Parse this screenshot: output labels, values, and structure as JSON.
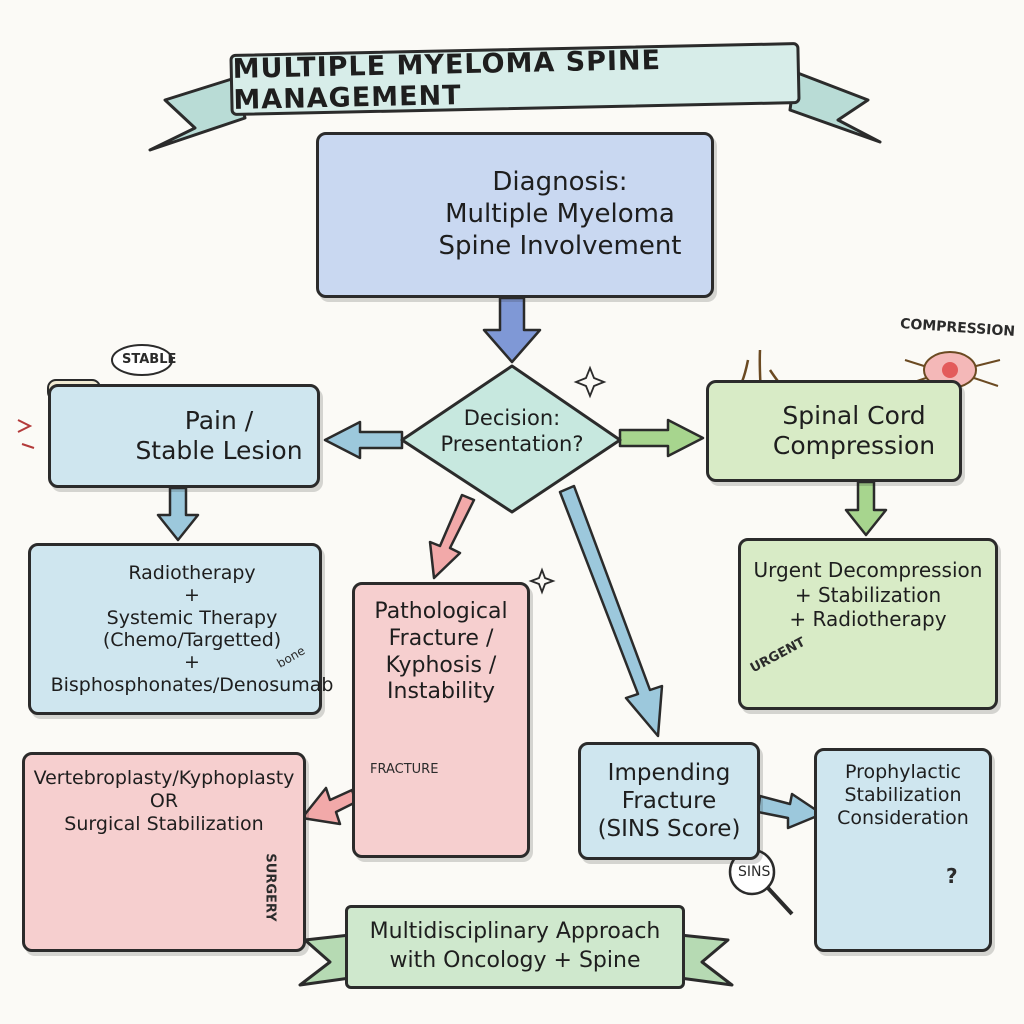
{
  "title": "MULTIPLE MYELOMA SPINE MANAGEMENT",
  "nodes": {
    "diagnosis": "Diagnosis:\nMultiple Myeloma\nSpine Involvement",
    "decision": "Decision:\nPresentation?",
    "pain": "Pain /\nStable Lesion",
    "cord": "Spinal Cord\nCompression",
    "conservative": "Radiotherapy\n+\nSystemic Therapy\n(Chemo/Targetted)\n+\nBisphosphonates/Denosumab",
    "urgent": "Urgent Decompression\n+ Stabilization\n+ Radiotherapy",
    "pathological": "Pathological\nFracture /\nKyphosis /\nInstability",
    "augmentation": "Vertebroplasty/Kyphoplasty\nOR\nSurgical Stabilization",
    "impending": "Impending\nFracture\n(SINS Score)",
    "prophylactic": "Prophylactic\nStabilization\nConsideration",
    "footer": "Multidisciplinary Approach\nwith Oncology + Spine"
  },
  "tags": {
    "stable": "STABLE",
    "compression": "COMPRESSION",
    "bone": "bone",
    "urgent": "URGENT",
    "fracture": "FRACTURE",
    "surgery": "SURGERY",
    "sins": "SINS",
    "question": "?"
  },
  "colors": {
    "blue": "#c9d8f1",
    "teal": "#cfe6ef",
    "green": "#d8ebc6",
    "pink": "#f6cfcf",
    "outline": "#2b2b2b",
    "arrow_blue": "#9cc8dc",
    "arrow_green": "#a7d58e",
    "arrow_pink": "#f2a9a9",
    "arrow_diag": "#7f98d6"
  }
}
